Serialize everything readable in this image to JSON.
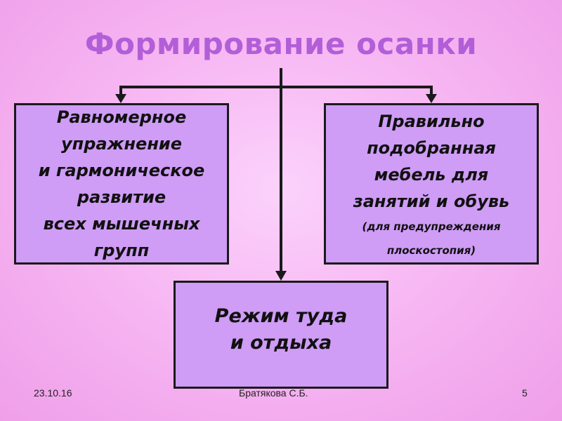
{
  "slide": {
    "title": "Формирование осанки",
    "boxes": {
      "left": {
        "lines": [
          "Равномерное",
          "упражнение",
          "и гармоническое",
          "развитие",
          "всех мышечных",
          "групп"
        ]
      },
      "right": {
        "lines": [
          "Правильно",
          "подобранная",
          "мебель для",
          "занятий и обувь"
        ],
        "note_lines": [
          "(для предупреждения",
          "плоскостопия)"
        ]
      },
      "bottom": {
        "lines": [
          "Режим туда",
          "и отдыха"
        ]
      }
    },
    "footer": {
      "date": "23.10.16",
      "author": "Братякова С.Б.",
      "page": "5"
    }
  },
  "colors": {
    "background": "#f7b8f3",
    "title": "#b25ed8",
    "box_fill": "#cf9cf6",
    "border": "#1a1a1a"
  }
}
